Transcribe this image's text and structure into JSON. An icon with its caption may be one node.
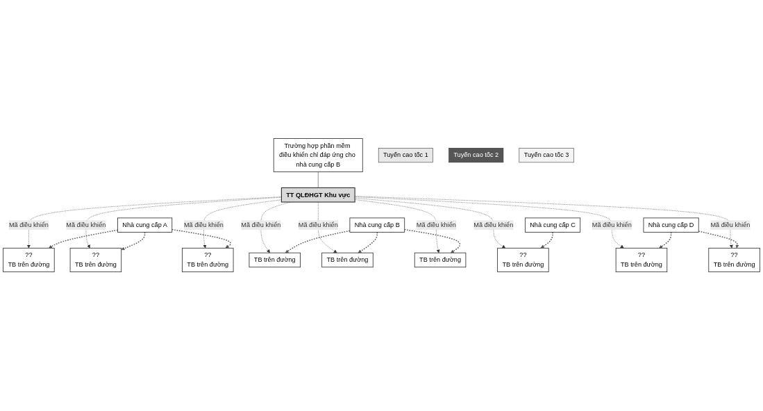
{
  "diagram": {
    "nodes": [
      {
        "text": [
          "TT QLĐHGT Khu vực"
        ]
      },
      {
        "text": [
          "Trường hợp phần mềm điều khiển chỉ đáp ứng cho nhà cung cấp B"
        ]
      },
      {
        "text": [
          "??",
          "TB trên đường"
        ]
      },
      {
        "text": [
          "??",
          "TB trên đường"
        ]
      },
      {
        "text": [
          "??",
          "TB trên đường"
        ]
      },
      {
        "text": [
          "TB trên đường"
        ]
      },
      {
        "text": [
          "TB trên đường"
        ]
      },
      {
        "text": [
          "TB trên đường"
        ]
      },
      {
        "text": [
          "??",
          "TB trên đường"
        ]
      },
      {
        "text": [
          "??",
          "TB trên đường"
        ]
      },
      {
        "text": [
          "??",
          "TB trên đường"
        ]
      },
      {
        "text": [
          "Tuyến cao tốc 1"
        ]
      },
      {
        "text": [
          "Tuyến cao tốc 2"
        ]
      },
      {
        "text": [
          "Tuyến cao tốc 3"
        ]
      },
      {
        "text": [
          "Nhà cung cấp A"
        ]
      },
      {
        "text": [
          "Nhà cung cấp B"
        ]
      },
      {
        "text": [
          "Nhà cung cấp C"
        ]
      },
      {
        "text": [
          "Nhà cung cấp D"
        ]
      }
    ],
    "edges": [
      {
        "from": 1,
        "to": 0,
        "arrow": "none"
      },
      {
        "from": 0,
        "to": 2,
        "arrow": "to",
        "label": "Mã điều khiển",
        "style": "dashed"
      },
      {
        "from": 0,
        "to": 3,
        "arrow": "to",
        "label": "Mã điều khiển",
        "style": "dashed"
      },
      {
        "from": 0,
        "to": 4,
        "arrow": "to",
        "label": "Mã điều khiển",
        "style": "dashed"
      },
      {
        "from": 0,
        "to": 5,
        "arrow": "to",
        "label": "Mã điều khiển",
        "style": "dashed"
      },
      {
        "from": 0,
        "to": 6,
        "arrow": "to",
        "label": "Mã điều khiển",
        "style": "dashed"
      },
      {
        "from": 0,
        "to": 7,
        "arrow": "to",
        "label": "Mã điều khiển",
        "style": "dashed"
      },
      {
        "from": 0,
        "to": 8,
        "arrow": "to",
        "label": "Mã điều khiển",
        "style": "dashed"
      },
      {
        "from": 0,
        "to": 9,
        "arrow": "to",
        "label": "Mã điều khiển",
        "style": "dashed"
      },
      {
        "from": 0,
        "to": 10,
        "arrow": "to",
        "label": "Mã điều khiển",
        "style": "dashed"
      },
      {
        "from": 14,
        "to": 2,
        "arrow": "to",
        "style": "dashed",
        "color": "#595959"
      },
      {
        "from": 14,
        "to": 3,
        "arrow": "to",
        "style": "dashed",
        "color": "#595959"
      },
      {
        "from": 14,
        "to": 4,
        "arrow": "to",
        "style": "dashed",
        "color": "#595959"
      },
      {
        "from": 15,
        "to": 5,
        "arrow": "to",
        "style": "dashed",
        "color": "#595959"
      },
      {
        "from": 15,
        "to": 6,
        "arrow": "to",
        "style": "dashed",
        "color": "#595959"
      },
      {
        "from": 15,
        "to": 7,
        "arrow": "to",
        "style": "dashed",
        "color": "#595959"
      },
      {
        "from": 16,
        "to": 8,
        "arrow": "to",
        "style": "dashed",
        "color": "#595959"
      },
      {
        "from": 17,
        "to": 9,
        "arrow": "to",
        "style": "dashed",
        "color": "#595959"
      },
      {
        "from": 17,
        "to": 10,
        "arrow": "to",
        "style": "dashed",
        "color": "#595959"
      }
    ]
  }
}
